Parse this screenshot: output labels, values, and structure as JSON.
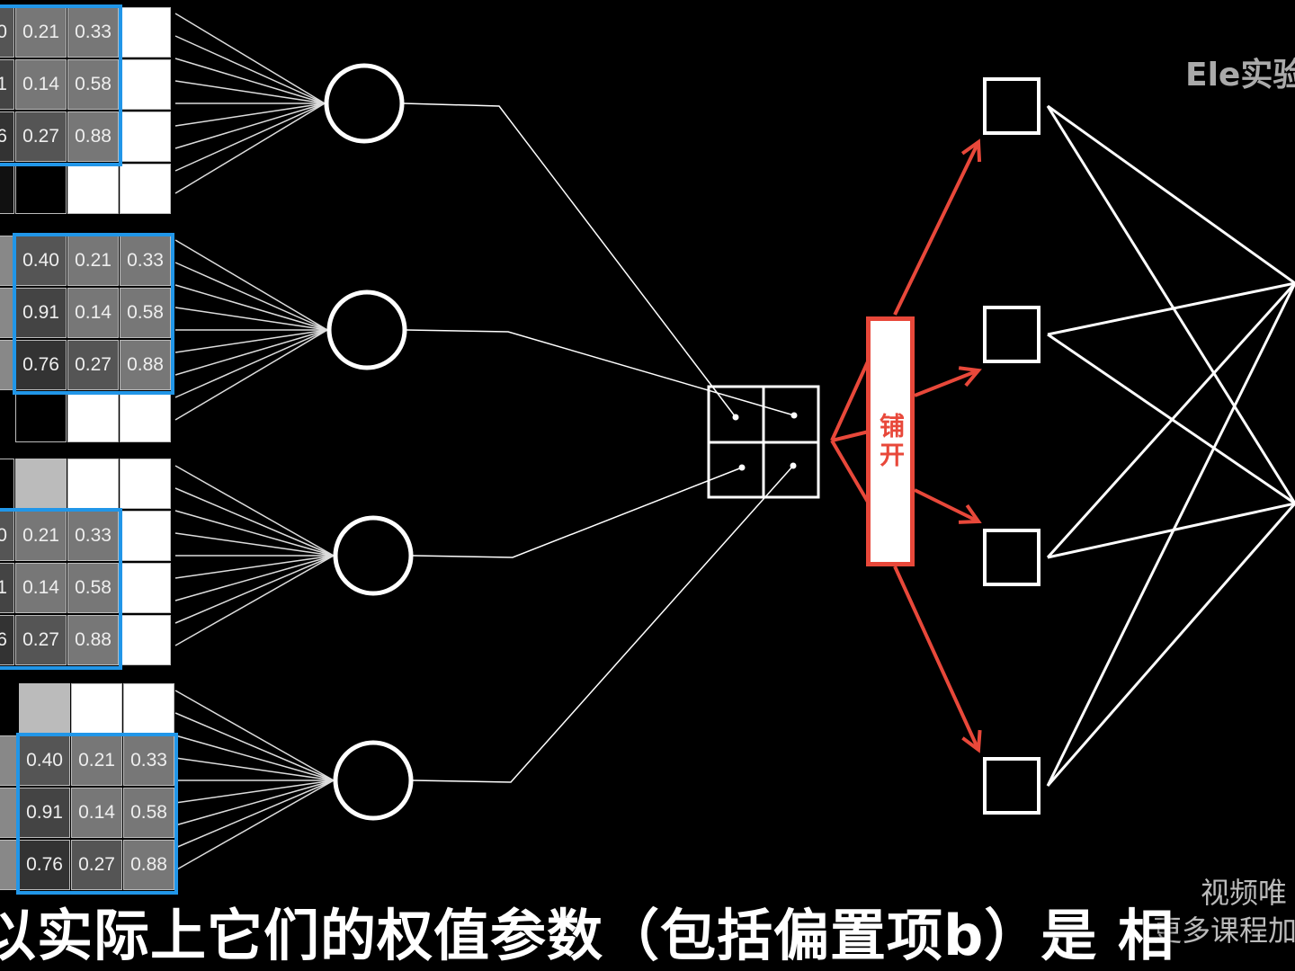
{
  "kernel_values": [
    [
      "0.40",
      "0.21",
      "0.33"
    ],
    [
      "0.91",
      "0.14",
      "0.58"
    ],
    [
      "0.76",
      "0.27",
      "0.88"
    ]
  ],
  "flatten_label": "铺开",
  "subtitle": "以实际上它们的权值参数（包括偏置项b）是 相",
  "watermark_top": "Ele实验",
  "watermark_line1": "视频唯",
  "watermark_line2": "更多课程加",
  "colors": {
    "kernel_border": "#2196e8",
    "flatten_accent": "#e8483a",
    "background": "#000000",
    "lines": "#ffffff"
  }
}
